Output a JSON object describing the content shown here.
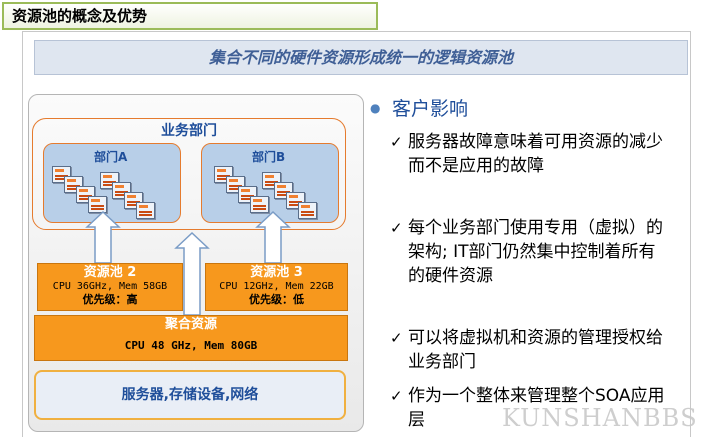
{
  "title": "资源池的概念及优势",
  "banner": "集合不同的硬件资源形成统一的逻辑资源池",
  "diagram": {
    "business": "业务部门",
    "dept_a": "部门A",
    "dept_b": "部门B",
    "pool2": {
      "title": "资源池 2",
      "spec": "CPU 36GHz, Mem 58GB",
      "priority": "优先级：高"
    },
    "pool3": {
      "title": "资源池 3",
      "spec": "CPU 12GHz, Mem 22GB",
      "priority": "优先级：低"
    },
    "aggregate": {
      "title": "聚合资源",
      "spec": "CPU 48 GHz, Mem 80GB"
    },
    "infra": "服务器,存储设备,网络"
  },
  "content": {
    "heading": "客户影响",
    "items": [
      "服务器故障意味着可用资源的减少而不是应用的故障",
      "每个业务部门使用专用（虚拟）的架构; IT部门仍然集中控制着所有的硬件资源",
      "可以将虚拟机和资源的管理授权给业务部门",
      "作为一个整体来管理整个SOA应用层"
    ]
  },
  "watermark": "KUNSHANBBS",
  "colors": {
    "accent_blue": "#1f4e9a",
    "pool_orange": "#f7981d",
    "title_border": "#9bbb59"
  }
}
